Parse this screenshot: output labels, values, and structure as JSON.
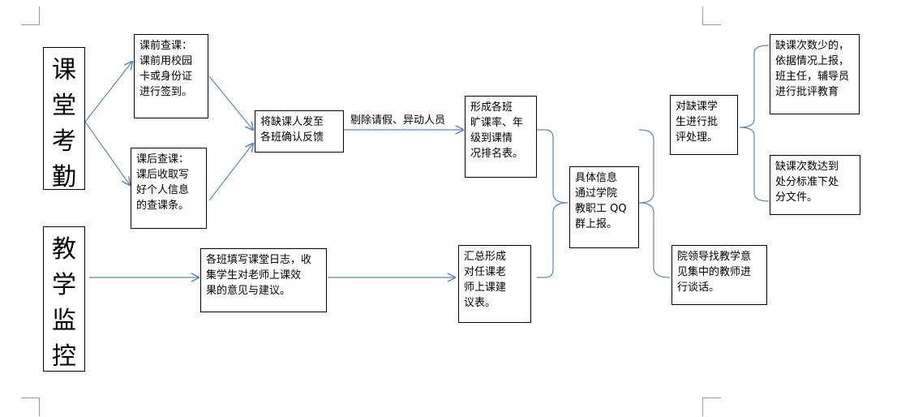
{
  "nodes": {
    "attendance_title": "课\n堂\n考\n勤",
    "monitor_title": "教\n学\n监\n控",
    "pre_check": "课前查课：\n课前用校园\n卡或身份证\n进行签到。",
    "post_check": "课后查课：\n课后收取写\n好个人信息\n的查课条。",
    "absent_feedback": "将缺课人发至\n各班确认反馈",
    "rates_ranking": "形成各班\n旷课率、年\n级到课情\n况排名表。",
    "class_log": "各班填写课堂日志，收\n集学生对老师上课效\n果的意见与建议。",
    "summary_suggest": "汇总形成\n对任课老\n师上课建\n议表。",
    "report_qq": "具体信息\n通过学院\n教职工 QQ\n群上报。",
    "criticize": "对缺课学\n生进行批\n评处理。",
    "few_absences": "缺课次数少的，\n依据情况上报，\n班主任，辅导员\n进行批评教育",
    "punish_standard": "缺课次数达到\n处分标准下处\n分文件。",
    "leader_talk": "院领导找教学意\n见集中的教师进\n行谈话。"
  },
  "edge_labels": {
    "remove_leave": "剔除请假、异动人员"
  },
  "colors": {
    "arrow": "#5b86c0",
    "border": "#000000",
    "crop_marks": "#9a9a9a"
  }
}
